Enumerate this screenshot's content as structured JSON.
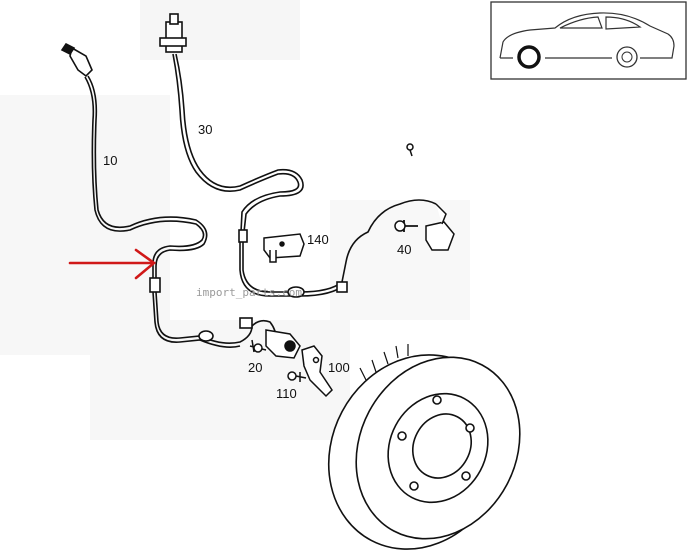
{
  "diagram": {
    "part_labels": {
      "p10": "10",
      "p30": "30",
      "p140": "140",
      "p40": "40",
      "p20": "20",
      "p100": "100",
      "p110": "110"
    },
    "watermark": "import_parts.com",
    "inset": {
      "highlighted_wheel": "front"
    },
    "colors": {
      "line": "#111111",
      "indicator_arrow": "#d01818",
      "watermark": "#9a9a9a"
    },
    "icons": {
      "inset_vehicle": "car-side-icon",
      "pointer": "arrow-right-icon"
    }
  }
}
